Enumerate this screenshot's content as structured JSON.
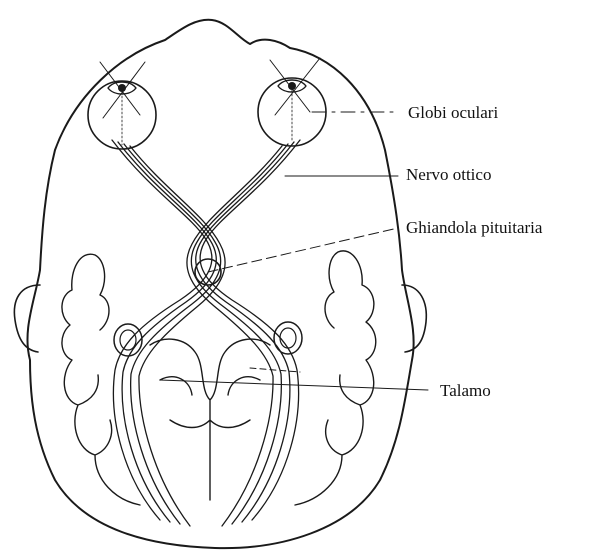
{
  "labels": {
    "globi_oculari": "Globi oculari",
    "nervo_ottico": "Nervo ottico",
    "ghiandola_pituitaria": "Ghiandola pituitaria",
    "talamo": "Talamo"
  },
  "colors": {
    "ink": "#1a1a1a",
    "background": "#ffffff"
  }
}
